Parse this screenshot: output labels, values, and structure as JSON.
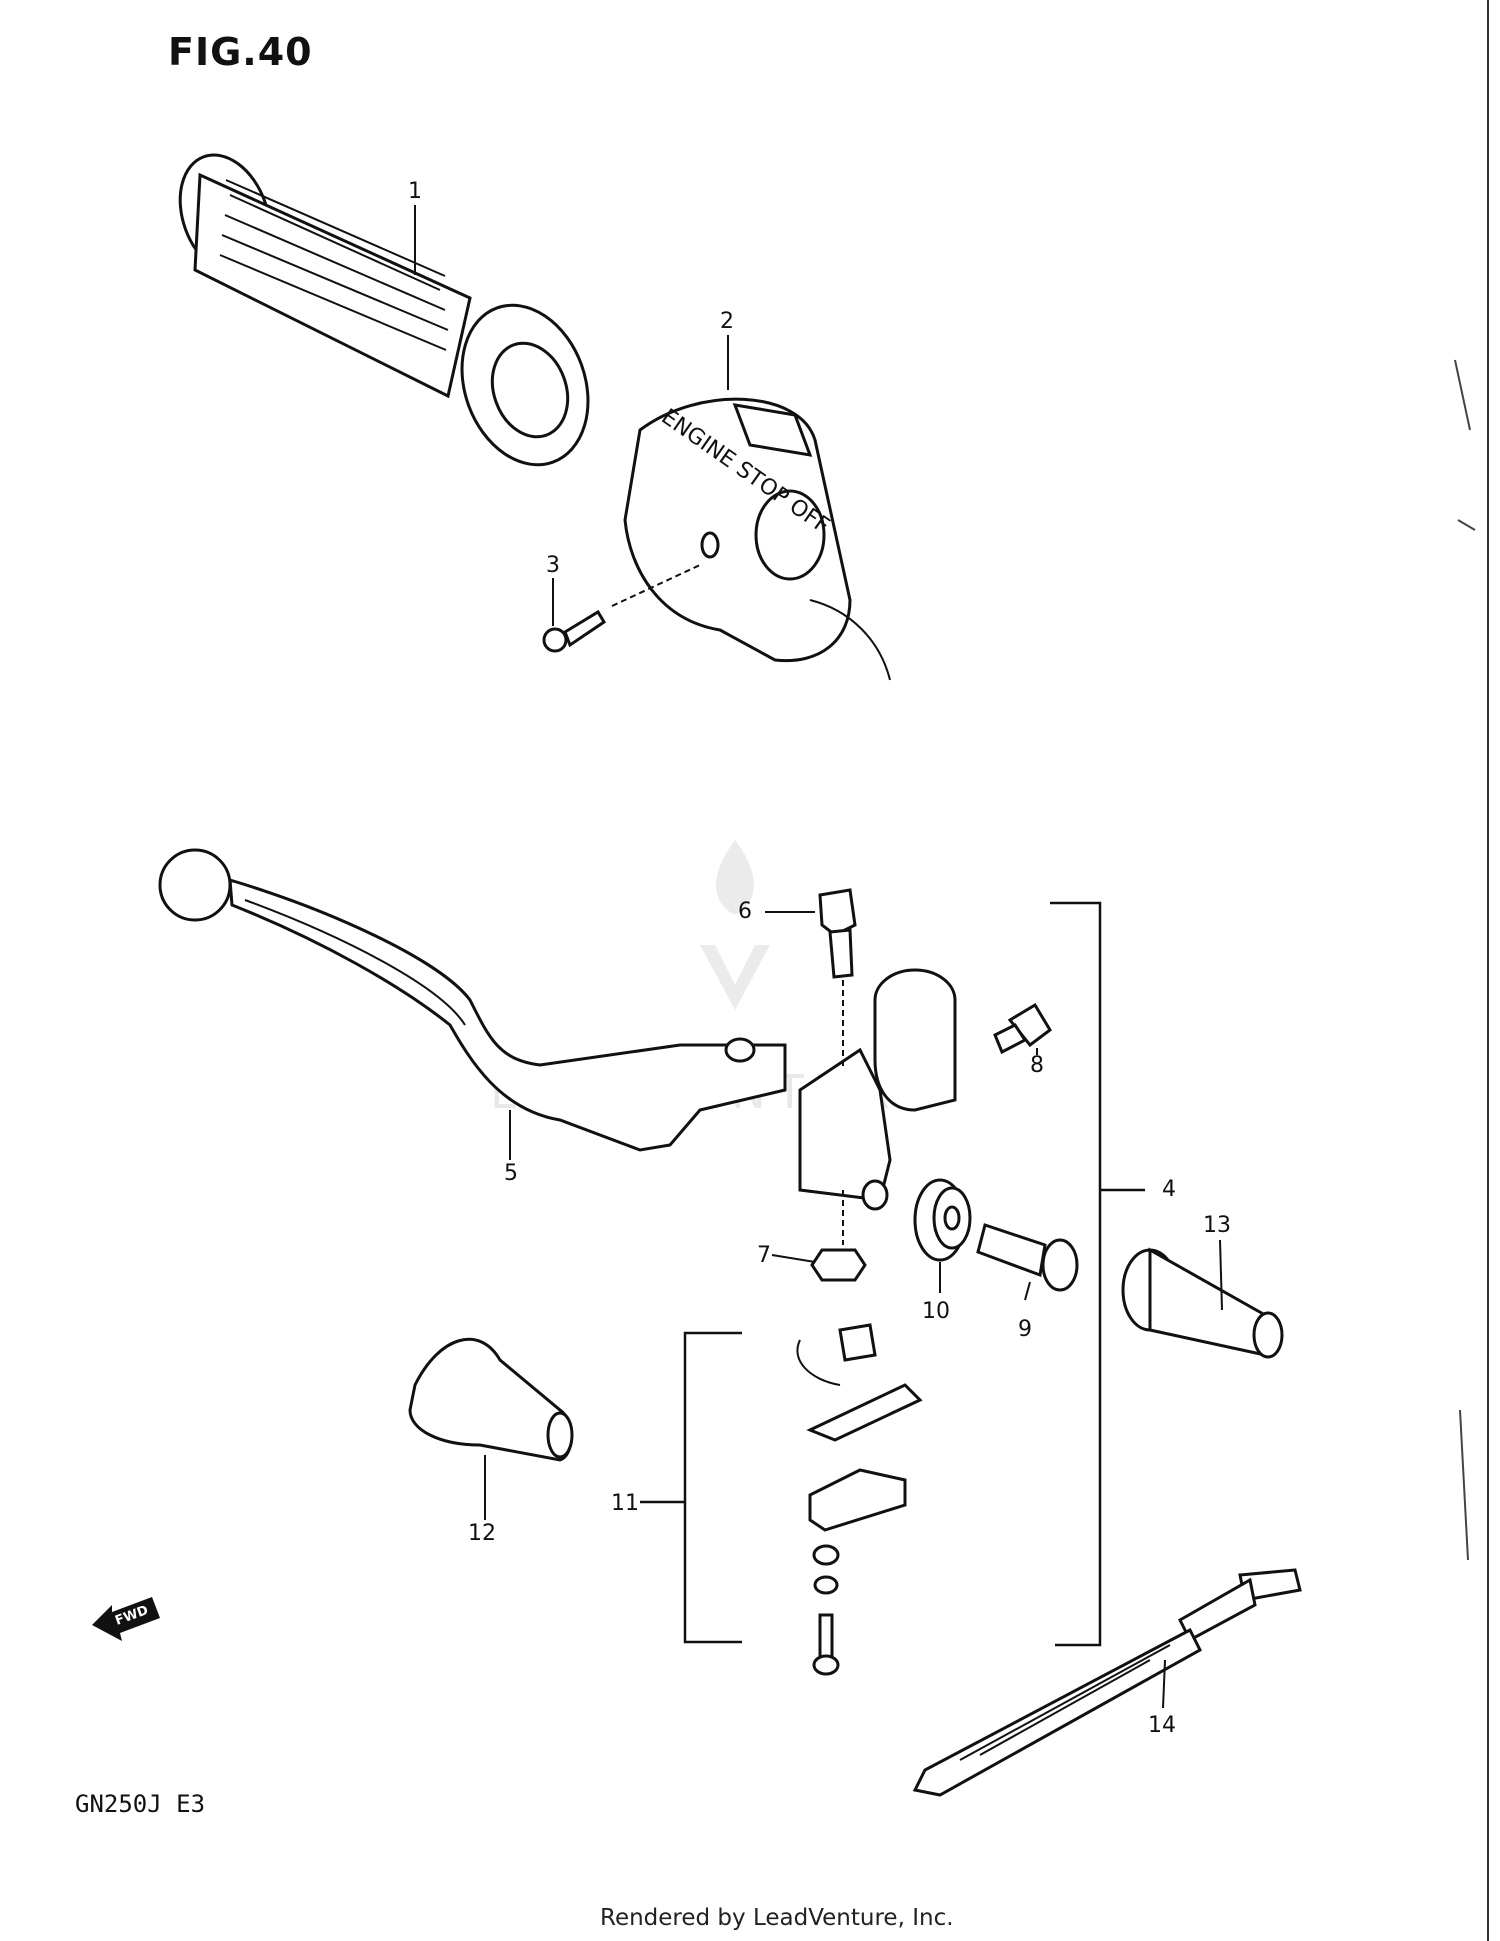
{
  "figure": {
    "title": "FIG.40",
    "model": "GN250J  E3",
    "footer": "Rendered by LeadVenture, Inc.",
    "fwd_label": "FWD",
    "switch_marking": "ENGINE STOP  OFF",
    "watermark": "LEADVENTURE"
  },
  "callouts": [
    {
      "id": "1",
      "label": "1",
      "part": "grip"
    },
    {
      "id": "2",
      "label": "2",
      "part": "engine stop switch housing"
    },
    {
      "id": "3",
      "label": "3",
      "part": "switch screw"
    },
    {
      "id": "4",
      "label": "4",
      "part": "clutch lever holder assembly"
    },
    {
      "id": "5",
      "label": "5",
      "part": "clutch lever"
    },
    {
      "id": "6",
      "label": "6",
      "part": "pivot bolt"
    },
    {
      "id": "7",
      "label": "7",
      "part": "nut"
    },
    {
      "id": "8",
      "label": "8",
      "part": "bolt"
    },
    {
      "id": "9",
      "label": "9",
      "part": "adjuster bolt"
    },
    {
      "id": "10",
      "label": "10",
      "part": "adjuster lock nut"
    },
    {
      "id": "11",
      "label": "11",
      "part": "clutch switch set"
    },
    {
      "id": "12",
      "label": "12",
      "part": "lever cover"
    },
    {
      "id": "13",
      "label": "13",
      "part": "adjuster boot"
    },
    {
      "id": "14",
      "label": "14",
      "part": "cable tie"
    }
  ],
  "icons": {
    "fwd": "fwd-arrow-icon",
    "logo": "leadventure-flame-logo"
  }
}
